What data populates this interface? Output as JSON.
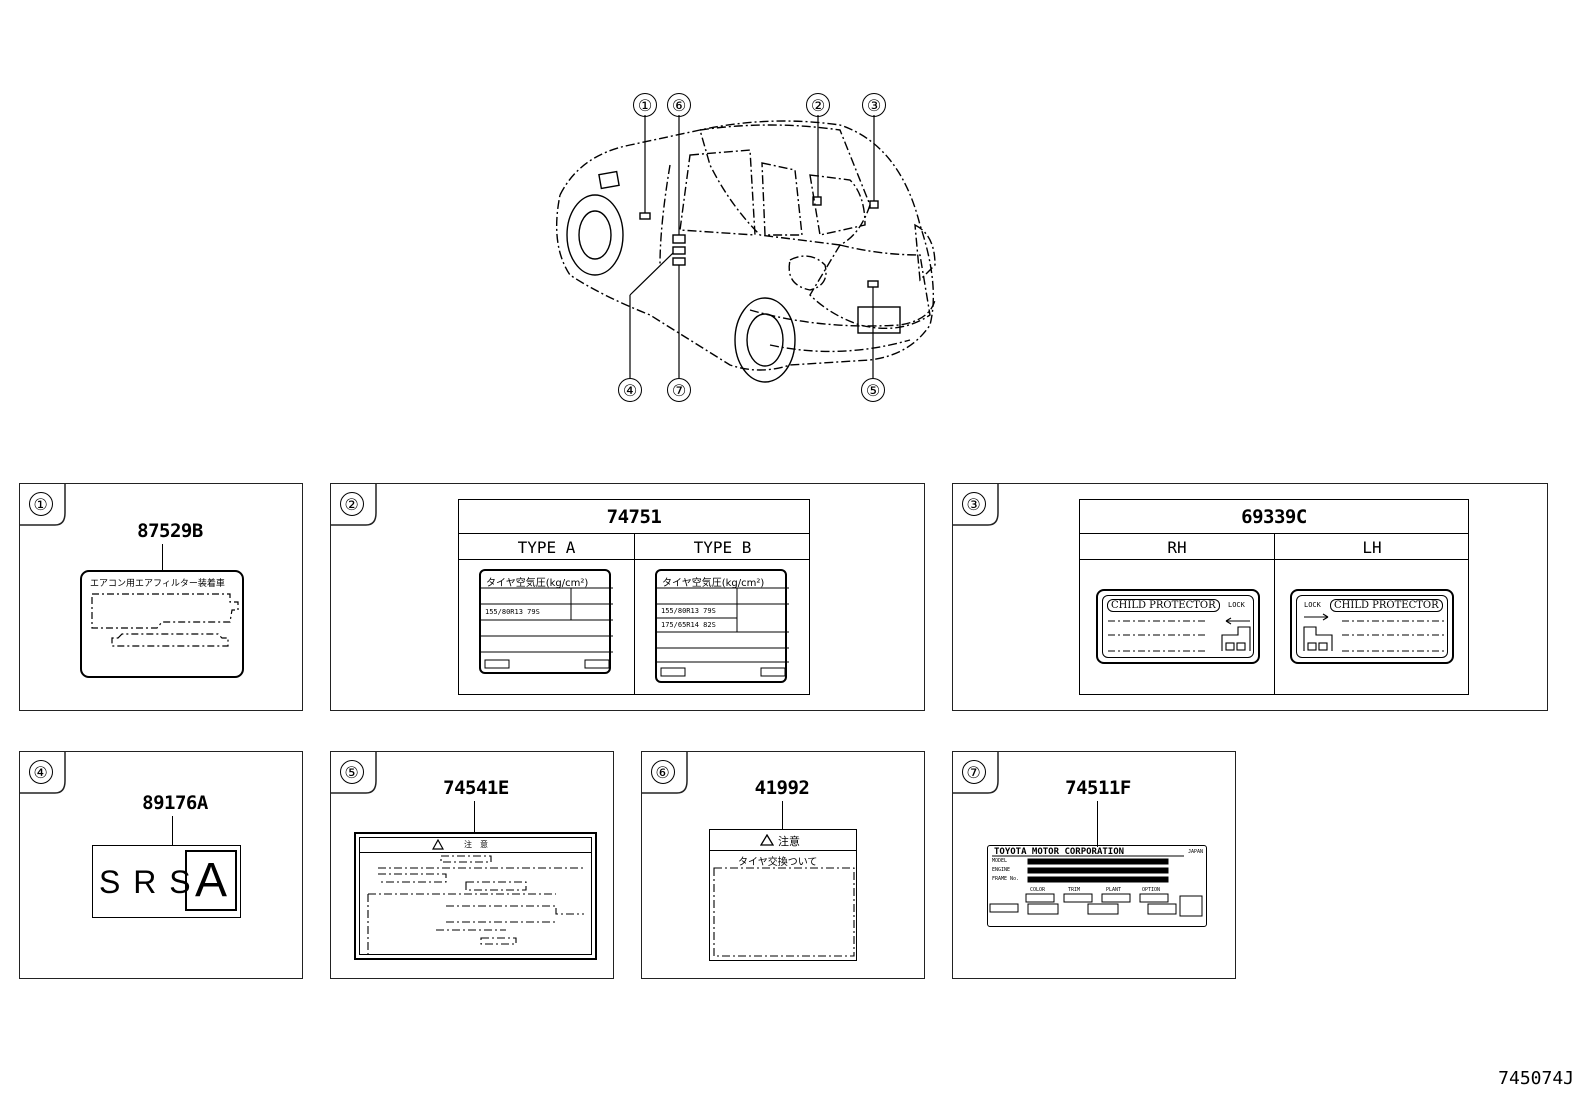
{
  "car_callouts": [
    "①",
    "⑥",
    "②",
    "③",
    "④",
    "⑦",
    "⑤"
  ],
  "panels": {
    "p1": {
      "index": "①",
      "part": "87529B",
      "label_text": "エアコン用エアフィルター装着車"
    },
    "p2": {
      "index": "②",
      "part": "74751",
      "type_a": "TYPE A",
      "type_b": "TYPE B",
      "tire_title": "タイヤ空気圧(kg/cm²)",
      "a_row": "155/80R13 79S",
      "b_rows": [
        "155/80R13 79S",
        "175/65R14 82S"
      ]
    },
    "p3": {
      "index": "③",
      "part": "69339C",
      "rh": "RH",
      "lh": "LH",
      "child": "CHILD PROTECTOR",
      "lock": "LOCK"
    },
    "p4": {
      "index": "④",
      "part": "89176A",
      "srs": "S R S",
      "a": "A"
    },
    "p5": {
      "index": "⑤",
      "part": "74541E",
      "header": "注　意"
    },
    "p6": {
      "index": "⑥",
      "part": "41992",
      "header": "注意",
      "sub": "タイヤ交換ついて"
    },
    "p7": {
      "index": "⑦",
      "part": "74511F",
      "maker": "TOYOTA MOTOR CORPORATION",
      "japan": "JAPAN",
      "rows": [
        "MODEL",
        "ENGINE",
        "FRAME No."
      ],
      "bottom": [
        "COLOR",
        "TRIM",
        "PLANT",
        "OPTION"
      ]
    }
  },
  "ref_code": "745074J"
}
